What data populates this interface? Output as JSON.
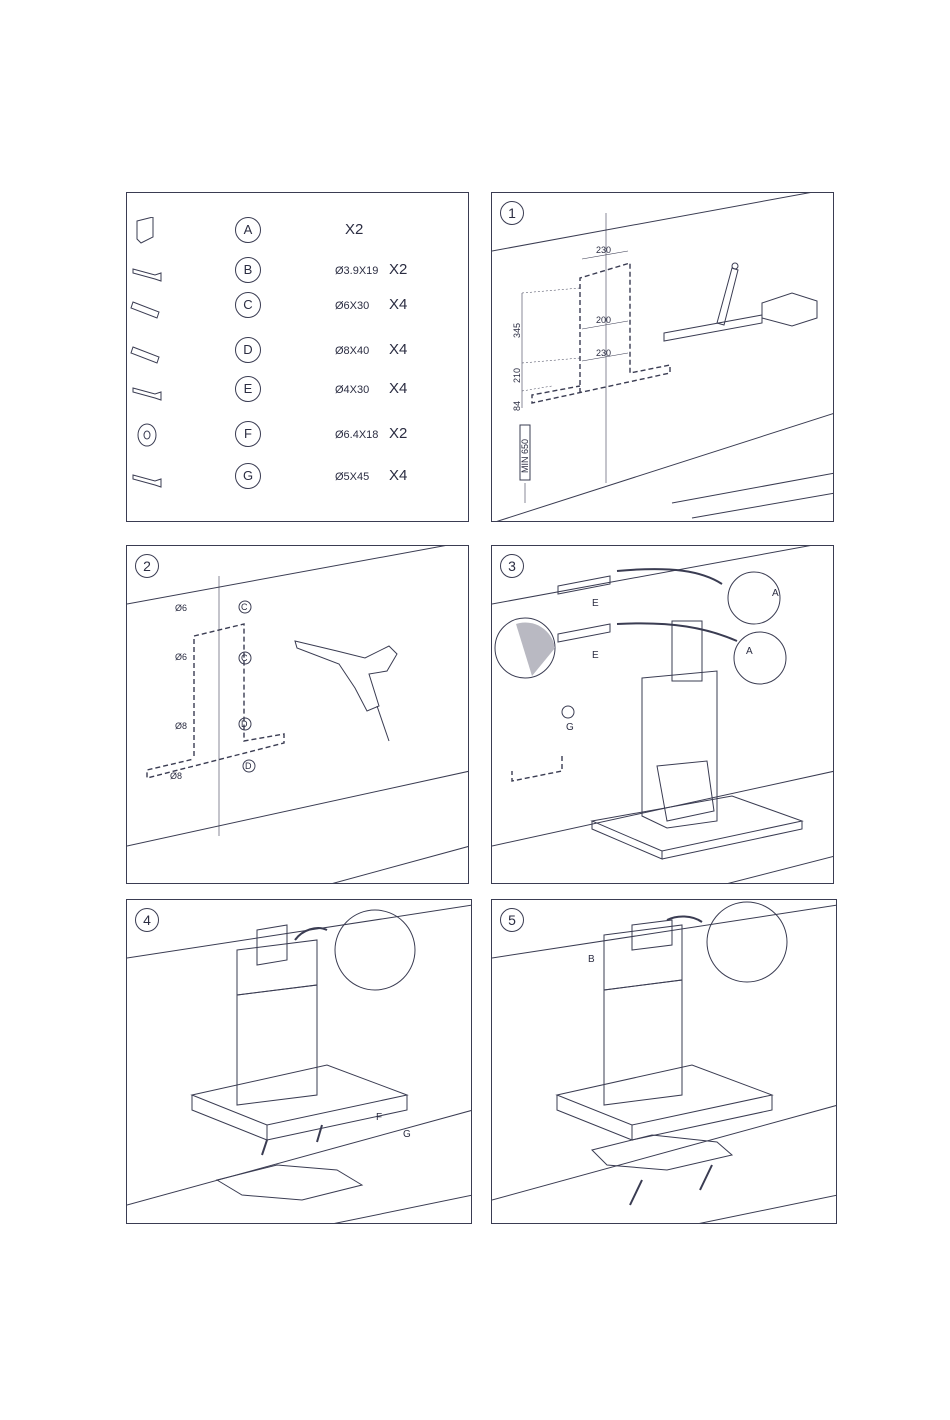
{
  "parts": [
    {
      "letter": "A",
      "spec": "",
      "qty": "X2",
      "icon": "bracket-icon"
    },
    {
      "letter": "B",
      "spec": "Ø3.9X19",
      "qty": "X2",
      "icon": "screw-icon"
    },
    {
      "letter": "C",
      "spec": "Ø6X30",
      "qty": "X4",
      "icon": "wall-plug-icon"
    },
    {
      "letter": "D",
      "spec": "Ø8X40",
      "qty": "X4",
      "icon": "wall-plug-icon"
    },
    {
      "letter": "E",
      "spec": "Ø4X30",
      "qty": "X4",
      "icon": "screw-icon"
    },
    {
      "letter": "F",
      "spec": "Ø6.4X18",
      "qty": "X2",
      "icon": "washer-icon"
    },
    {
      "letter": "G",
      "spec": "Ø5X45",
      "qty": "X4",
      "icon": "screw-icon"
    }
  ],
  "steps": [
    {
      "number": "1"
    },
    {
      "number": "2"
    },
    {
      "number": "3"
    },
    {
      "number": "4"
    },
    {
      "number": "5"
    }
  ],
  "step1": {
    "dims": [
      "230",
      "200",
      "230",
      "345",
      "210",
      "84"
    ],
    "min_label": "MIN 650"
  },
  "step2": {
    "holes": [
      "Ø6",
      "Ø6",
      "Ø8",
      "Ø8"
    ],
    "callouts": [
      "C",
      "C",
      "D",
      "D"
    ]
  },
  "step3": {
    "callouts": [
      "E",
      "E",
      "G",
      "A",
      "A"
    ]
  },
  "step4": {
    "callouts": [
      "F",
      "G"
    ]
  },
  "step5": {
    "callouts": [
      "B"
    ]
  },
  "colors": {
    "line": "#3a3c52",
    "ink": "#2b2d42"
  }
}
